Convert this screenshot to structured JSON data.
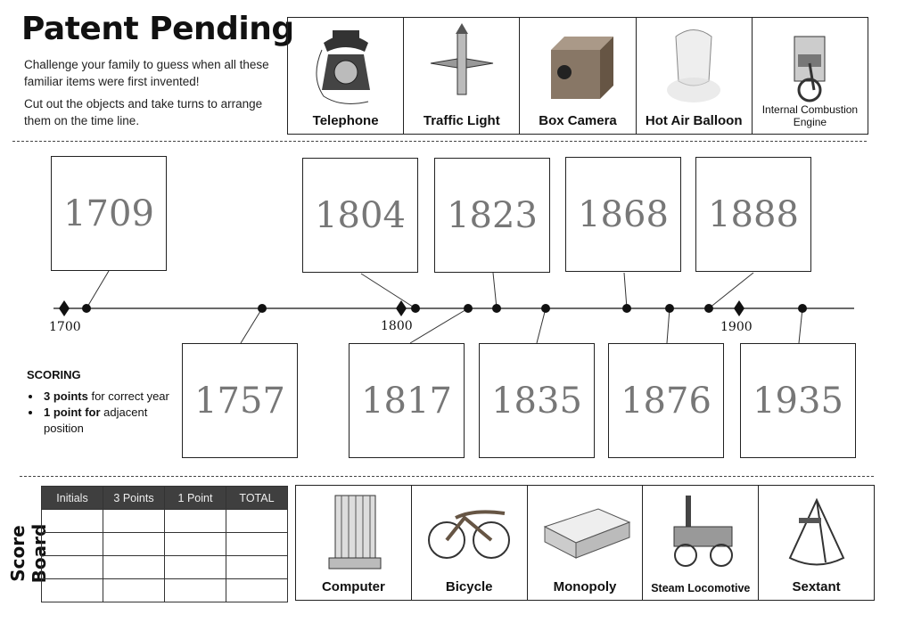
{
  "header": {
    "title": "Patent Pending",
    "intro1": "Challenge your family to guess when all these familiar items were first invented!",
    "intro2": "Cut out the objects and take turns to arrange them on the time line."
  },
  "top_items": [
    {
      "label": "Telephone",
      "icon": "telephone-icon"
    },
    {
      "label": "Traffic Light",
      "icon": "traffic-light-icon"
    },
    {
      "label": "Box Camera",
      "icon": "box-camera-icon"
    },
    {
      "label": "Hot Air Balloon",
      "icon": "hot-air-balloon-icon"
    },
    {
      "label": "Internal Combustion Engine",
      "icon": "engine-icon"
    }
  ],
  "timeline": {
    "markers": [
      "1700",
      "1800",
      "1900"
    ],
    "years_top": [
      "1709",
      "1804",
      "1823",
      "1868",
      "1888"
    ],
    "years_bottom": [
      "1757",
      "1817",
      "1835",
      "1876",
      "1935"
    ]
  },
  "scoring": {
    "title": "SCORING",
    "rule1_bold": "3 points",
    "rule1": " for correct year",
    "rule2_bold": "1 point for",
    "rule2": " adjacent position"
  },
  "scoreboard": {
    "title": "Score Board",
    "headers": [
      "Initials",
      "3 Points",
      "1 Point",
      "TOTAL"
    ],
    "rows": 4
  },
  "bottom_items": [
    {
      "label": "Computer",
      "icon": "computer-icon"
    },
    {
      "label": "Bicycle",
      "icon": "bicycle-icon"
    },
    {
      "label": "Monopoly",
      "icon": "monopoly-icon"
    },
    {
      "label": "Steam Locomotive",
      "icon": "steam-locomotive-icon"
    },
    {
      "label": "Sextant",
      "icon": "sextant-icon"
    }
  ]
}
